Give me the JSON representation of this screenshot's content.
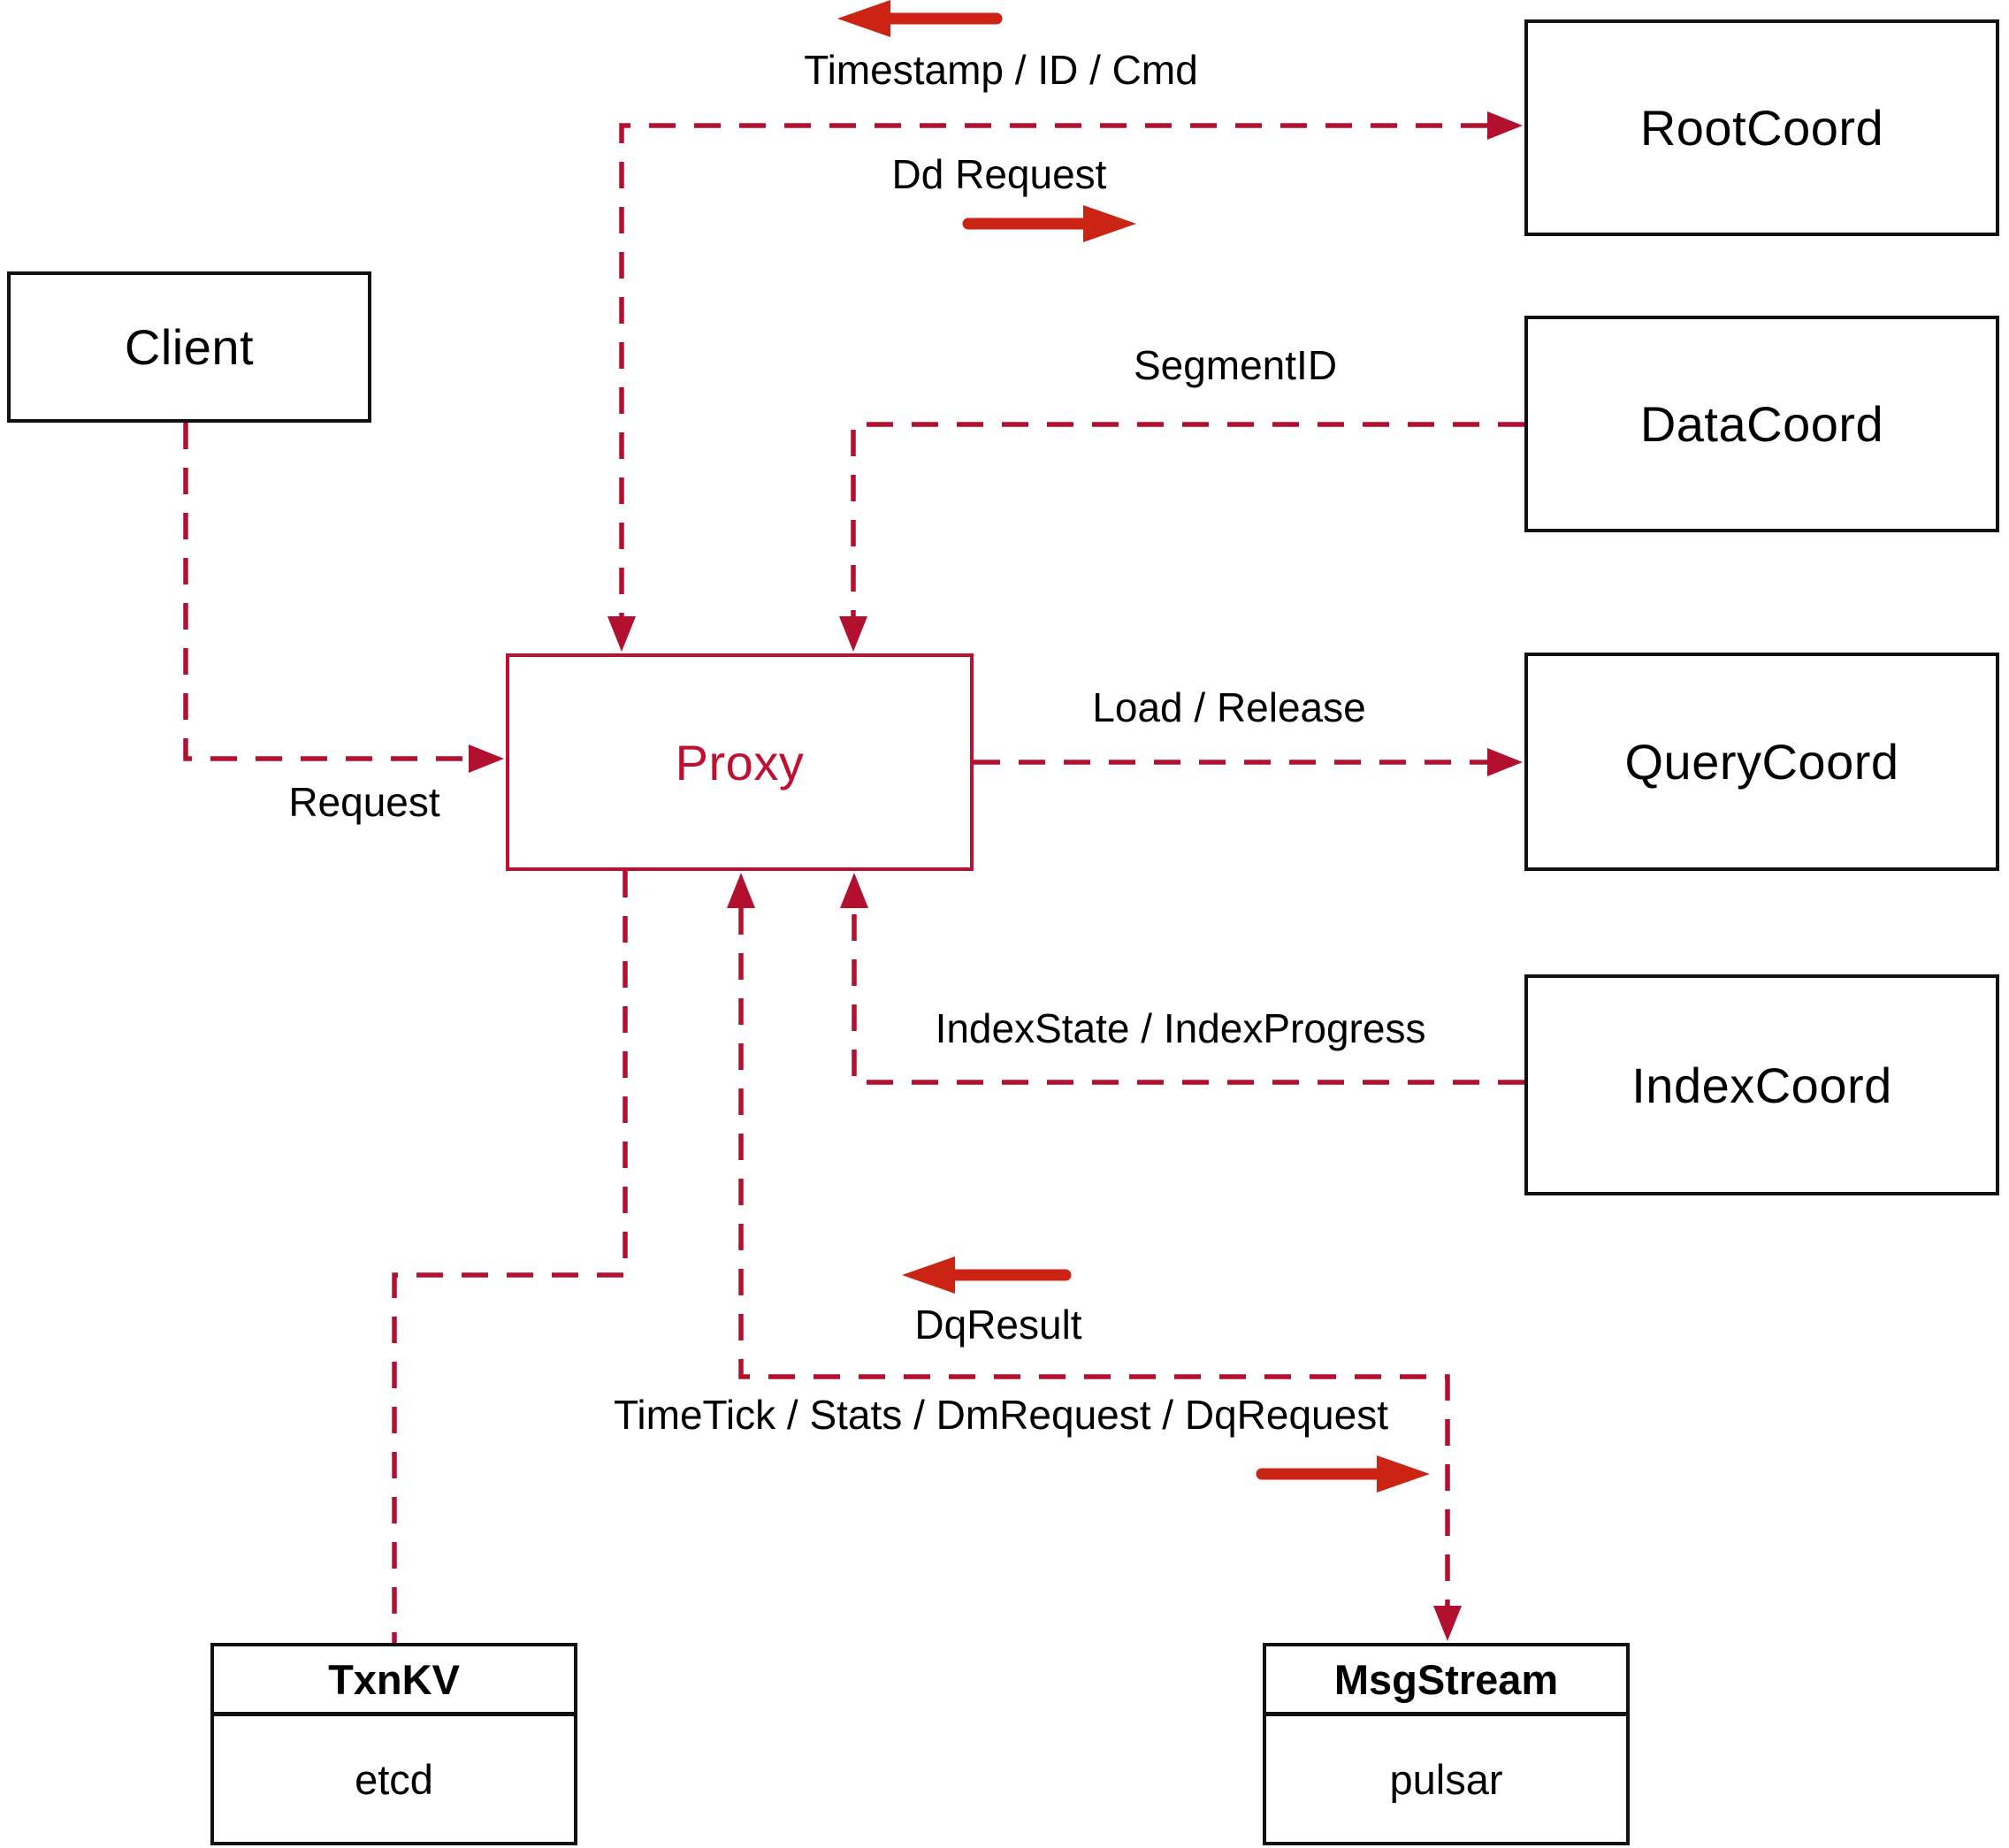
{
  "colors": {
    "connector": "#b30f2e",
    "direction_arrow": "#cc2414",
    "proxy_accent": "#c00f31",
    "node_border": "#111111",
    "label_text": "#000000",
    "background": "#ffffff"
  },
  "nodes": {
    "client": {
      "label": "Client"
    },
    "rootcoord": {
      "label": "RootCoord"
    },
    "datacoord": {
      "label": "DataCoord"
    },
    "querycoord": {
      "label": "QueryCoord"
    },
    "indexcoord": {
      "label": "IndexCoord"
    },
    "proxy": {
      "label": "Proxy"
    },
    "txnkv": {
      "title": "TxnKV",
      "subtitle": "etcd"
    },
    "msgstream": {
      "title": "MsgStream",
      "subtitle": "pulsar"
    }
  },
  "edge_labels": {
    "timestamp": "Timestamp / ID / Cmd",
    "dd_request": "Dd Request",
    "segment_id": "SegmentID",
    "load_release": "Load / Release",
    "index_state": "IndexState / IndexProgress",
    "request": "Request",
    "dq_result": "DqResult",
    "timetick": "TimeTick / Stats / DmRequest / DqRequest"
  }
}
